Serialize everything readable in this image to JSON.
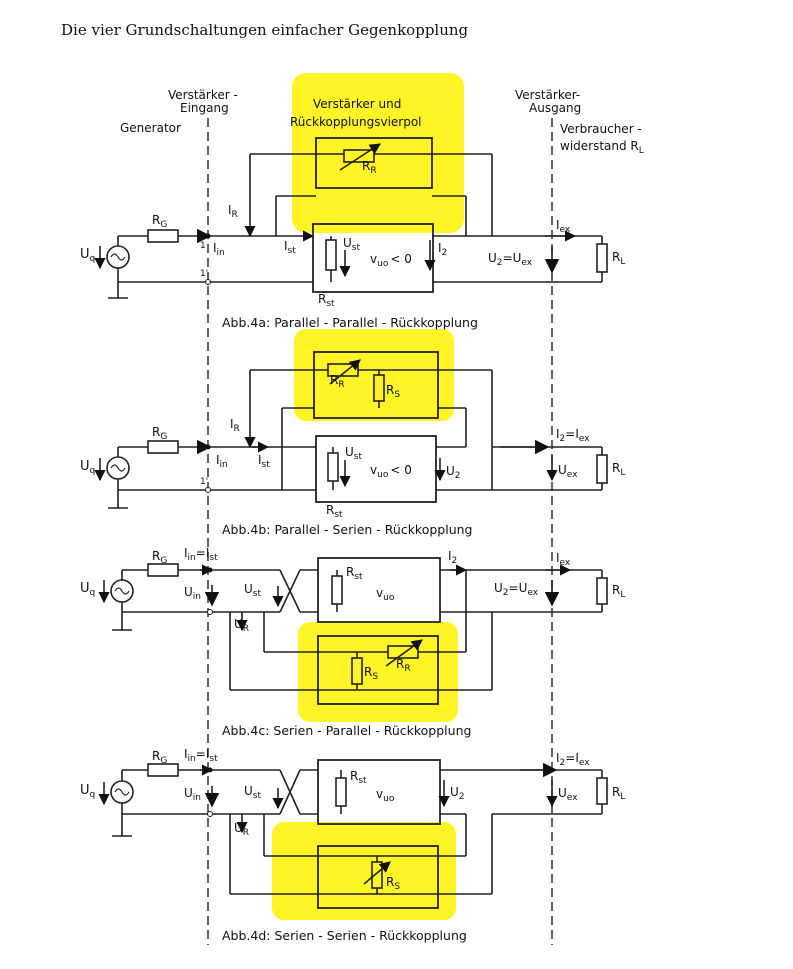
{
  "page_title": "Die vier Grundschaltungen einfacher Gegenkopplung",
  "highlight_color": "#fff200",
  "header": {
    "verstaerker_eingang_1": "Verstärker -",
    "verstaerker_eingang_2": "Eingang",
    "generator": "Generator",
    "vierpol_1": "Verstärker und",
    "vierpol_2": "Rückkopplungsvierpol",
    "verstaerker_ausgang_1": "Verstärker-",
    "verstaerker_ausgang_2": "Ausgang",
    "verbraucher_1": "Verbraucher -",
    "verbraucher_2": "widerstand R",
    "verbraucher_sub": "L"
  },
  "symbols": {
    "Uq": "U",
    "Uq_sub": "q",
    "RG": "R",
    "RG_sub": "G",
    "RR": "R",
    "RR_sub": "R",
    "RS": "R",
    "RS_sub": "S",
    "Rst": "R",
    "Rst_sub": "st",
    "RL": "R",
    "RL_sub": "L",
    "Iin": "I",
    "Iin_sub": "in",
    "Ist": "I",
    "Ist_sub": "st",
    "IR": "I",
    "IR_sub": "R",
    "I2": "I",
    "I2_sub": "2",
    "Iex": "I",
    "Iex_sub": "ex",
    "Ust": "U",
    "Ust_sub": "st",
    "Uin": "U",
    "Uin_sub": "in",
    "UR": "U",
    "UR_sub": "R",
    "U2": "U",
    "U2_sub": "2",
    "Uex": "U",
    "Uex_sub": "ex",
    "vuo": "v",
    "vuo_sub": "uo",
    "vuo_cond": "< 0",
    "U2_eq_Uex_a": "U",
    "U2_eq_Uex_c": "U",
    "eq": "=",
    "node_1": "1",
    "node_1p": "1'"
  },
  "captions": {
    "a": "Abb.4a: Parallel - Parallel - Rückkopplung",
    "b": "Abb.4b: Parallel - Serien - Rückkopplung",
    "c": "Abb.4c: Serien - Parallel - Rückkopplung",
    "d": "Abb.4d: Serien - Serien - Rückkopplung"
  }
}
